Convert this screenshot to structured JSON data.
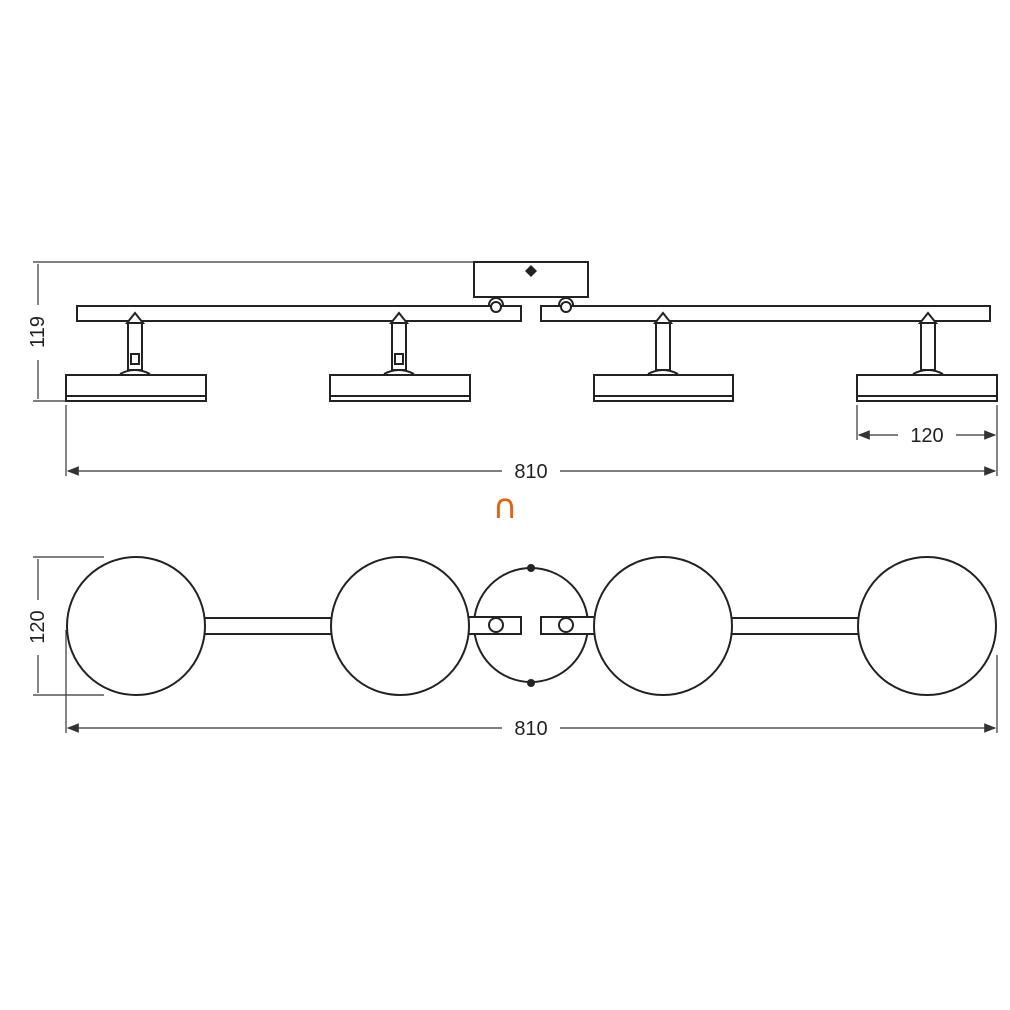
{
  "dimensions": {
    "side_height": "119",
    "side_width": "810",
    "head_diameter": "120",
    "top_depth": "120",
    "top_width": "810"
  },
  "symbol": {
    "glyph": "∩",
    "color": "#e8600c",
    "icon": "surface-mount-symbol-icon"
  },
  "colors": {
    "line": "#222222",
    "background": "#ffffff"
  }
}
